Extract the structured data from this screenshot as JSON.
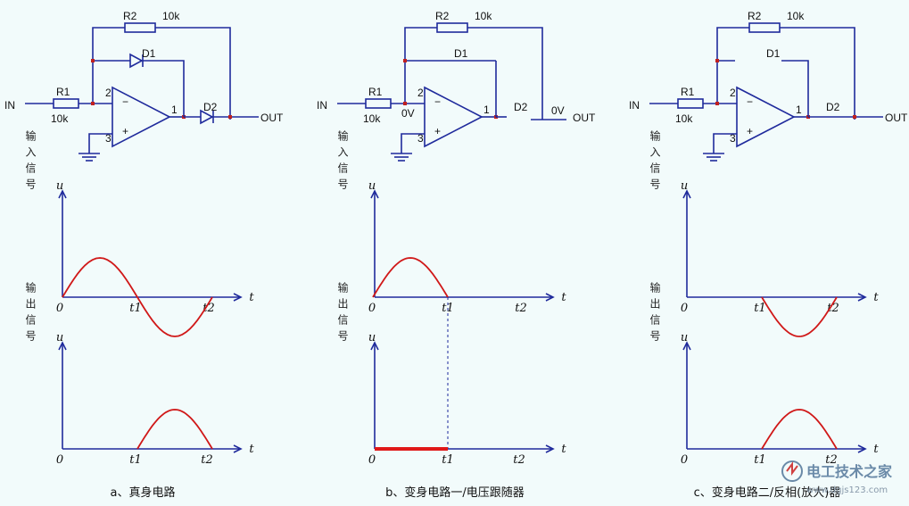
{
  "panels": [
    {
      "id": "a",
      "caption": "a、真身电路",
      "circuit": {
        "r1": "R1",
        "r1_value": "10k",
        "r2": "R2",
        "r2_value": "10k",
        "d1": "D1",
        "d2": "D2",
        "in": "IN",
        "out": "OUT",
        "pin_minus": "2",
        "pin_plus": "3",
        "pin_out": "1",
        "op_minus": "−",
        "op_plus": "+",
        "node_v1": "",
        "node_v2": ""
      },
      "side_input": "输入信号",
      "side_output": "输出信号",
      "axis": {
        "y": "u",
        "x": "t",
        "origin": "0",
        "t1": "t1",
        "t2": "t2"
      }
    },
    {
      "id": "b",
      "caption": "b、变身电路一/电压跟随器",
      "circuit": {
        "r1": "R1",
        "r1_value": "10k",
        "r2": "R2",
        "r2_value": "10k",
        "d1": "D1",
        "d2": "D2",
        "in": "IN",
        "out": "OUT",
        "pin_minus": "2",
        "pin_plus": "3",
        "pin_out": "1",
        "op_minus": "−",
        "op_plus": "+",
        "node_v1": "0V",
        "node_v2": "0V"
      },
      "side_input": "输入信号",
      "side_output": "输出信号",
      "axis": {
        "y": "u",
        "x": "t",
        "origin": "0",
        "t1": "t1",
        "t2": "t2"
      }
    },
    {
      "id": "c",
      "caption": "c、变身电路二/反相(放大)器",
      "circuit": {
        "r1": "R1",
        "r1_value": "10k",
        "r2": "R2",
        "r2_value": "10k",
        "d1": "D1",
        "d2": "D2",
        "in": "IN",
        "out": "OUT",
        "pin_minus": "2",
        "pin_plus": "3",
        "pin_out": "1",
        "op_minus": "−",
        "op_plus": "+",
        "node_v1": "",
        "node_v2": ""
      },
      "side_input": "输入信号",
      "side_output": "输出信号",
      "axis": {
        "y": "u",
        "x": "t",
        "origin": "0",
        "t1": "t1",
        "t2": "t2"
      }
    }
  ],
  "watermark": {
    "brand": "电工技术之家",
    "url": "www.dgjs123.com"
  },
  "colors": {
    "wire": "#1f2a9c",
    "wave": "#d01818",
    "node": "#c02020",
    "background": "#f2fbfb"
  }
}
